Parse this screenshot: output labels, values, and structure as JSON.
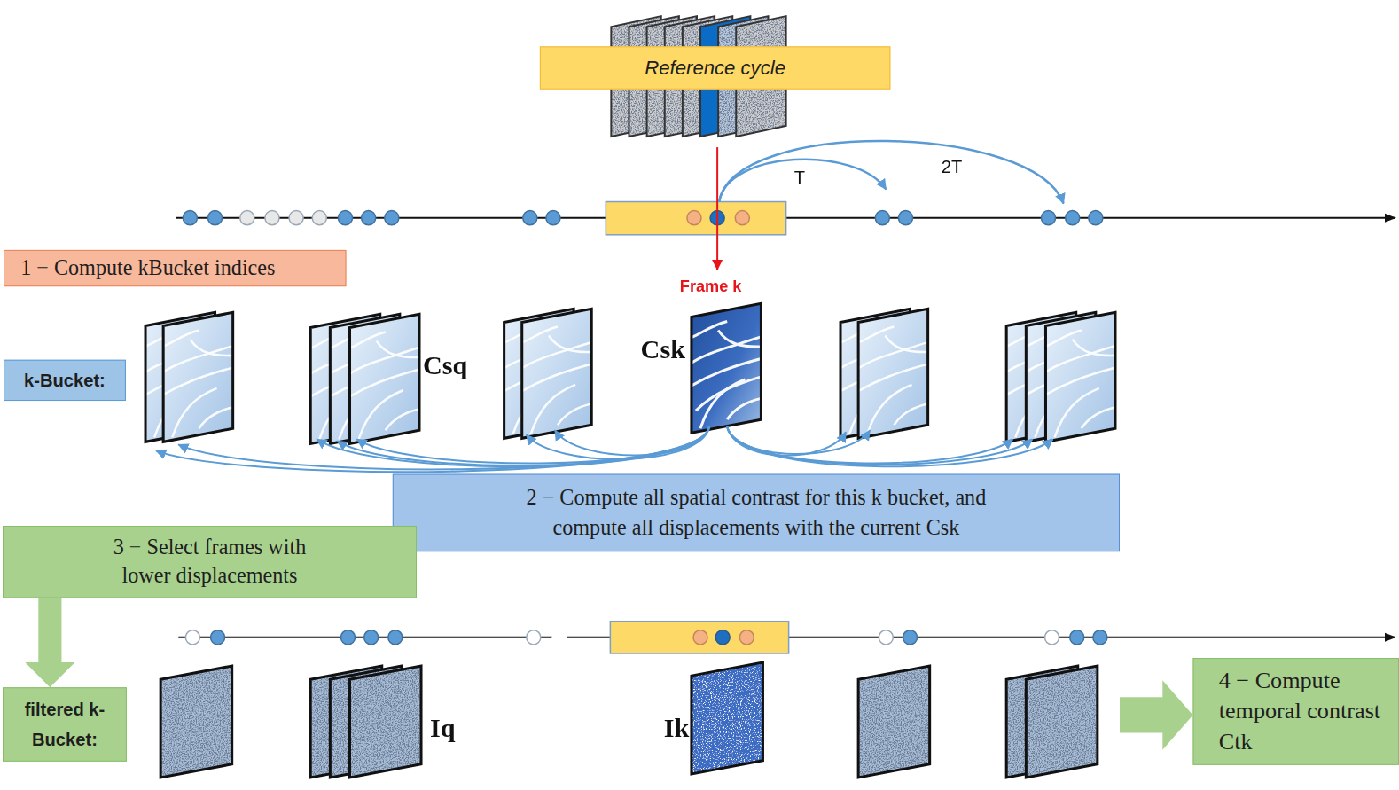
{
  "diagram": {
    "nodes": [
      {
        "text": [
          "Reference cycle"
        ]
      },
      {
        "text": [
          "1 − Compute kBucket indices"
        ]
      },
      {
        "text": [
          "k-Bucket:"
        ]
      },
      {
        "text": [
          "2 − Compute all spatial contrast for this k bucket, and compute all displacements with the current Csk"
        ]
      },
      {
        "text": [
          "3 − Select frames with lower displacements"
        ]
      },
      {
        "text": [
          "filtered k-Bucket:"
        ]
      },
      {
        "text": [
          "4 − Compute temporal contrast Ctk"
        ]
      }
    ],
    "edges": [
      {
        "from": 4,
        "to": 5,
        "arrow": "to"
      }
    ],
    "labels": [
      "T",
      "2T",
      "Frame k",
      "Csq",
      "Csk",
      "Iq",
      "Ik"
    ]
  }
}
